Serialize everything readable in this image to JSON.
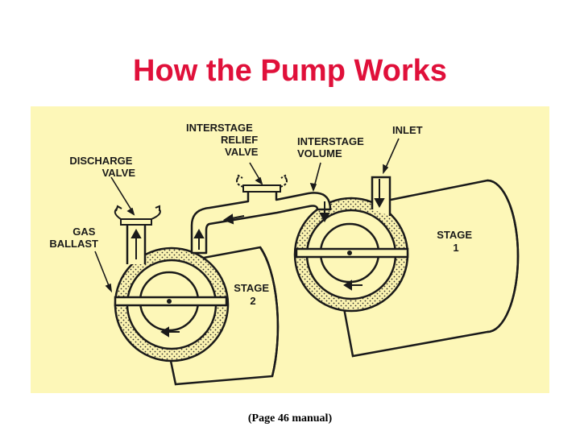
{
  "slide": {
    "title": "How the Pump Works",
    "caption": "(Page 46 manual)"
  },
  "diagram": {
    "labels": {
      "interstage_relief_valve": [
        "INTERSTAGE",
        "RELIEF",
        "VALVE"
      ],
      "interstage_volume": [
        "INTERSTAGE",
        "VOLUME"
      ],
      "inlet": "INLET",
      "discharge_valve": [
        "DISCHARGE",
        "VALVE"
      ],
      "gas_ballast": [
        "GAS",
        "BALLAST"
      ],
      "stage_1": [
        "STAGE",
        "1"
      ],
      "stage_2": [
        "STAGE",
        "2"
      ]
    }
  },
  "colors": {
    "title": "#e0103a",
    "panel": "#fdf7b8",
    "ink": "#1a1a1a",
    "oil": "#e9dfa0"
  }
}
